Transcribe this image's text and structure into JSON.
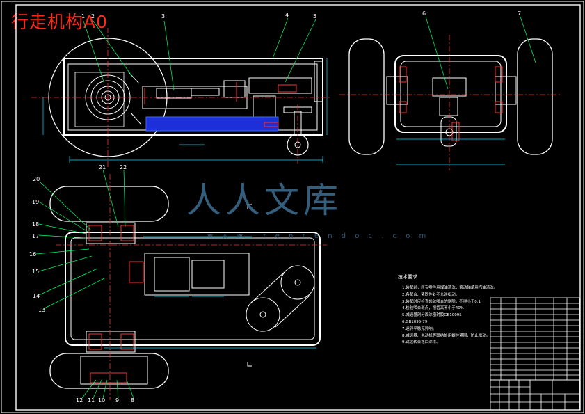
{
  "title": "行走机构A0",
  "watermark": {
    "text": "人人文库",
    "url": "w w w . r e n r e n d o c . c o m"
  },
  "callouts": [
    "1",
    "2",
    "3",
    "4",
    "5",
    "6",
    "7",
    "8",
    "9",
    "10",
    "11",
    "12",
    "13",
    "14",
    "15",
    "16",
    "17",
    "18",
    "19",
    "20",
    "21",
    "22"
  ],
  "notes": {
    "heading": "技术要求",
    "lines": [
      "1.装配前，所有零件用煤油清洗，滚动轴承用汽油清洗。",
      "2.各配合、紧固件处不允许松动。",
      "3.装配时应检查齿轮啮合的侧隙，不得小于0.1",
      "4.检验啮合斑点，按齿高不小于40%",
      "5.减速器剖分面涂密封胶GB10095",
      "6.GB1095-79",
      "7.运转平稳无异响。",
      "8.减速器、电动机等联结处用螺栓紧固，防止松动。",
      "9.试运转合格后涂漆。"
    ]
  },
  "colors": {
    "frame": "#ffffff",
    "part": "#ffffff",
    "leader": "#00ff66",
    "accent": "#ff3030",
    "center": "#ff3030",
    "hatch": "#3a6bff",
    "dim": "#00ffff"
  }
}
